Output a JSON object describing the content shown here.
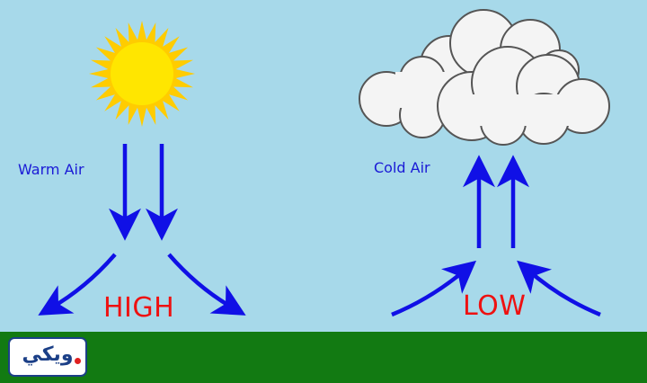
{
  "labels": {
    "warm_air": "Warm Air",
    "cold_air": "Cold Air",
    "high": "HIGH",
    "low": "LOW"
  },
  "logo": {
    "text": "ويكي"
  },
  "colors": {
    "sky": "#a7d9ea",
    "ground": "#127a12",
    "arrow": "#1010e6",
    "pressure_text": "#ee1111",
    "sun_core": "#ffe600",
    "sun_rays": "#ffcc00",
    "cloud_fill": "#f4f4f4",
    "cloud_stroke": "#555555"
  },
  "icons": [
    "sun-icon",
    "cloud-icon",
    "arrow-icon",
    "logo-icon"
  ]
}
